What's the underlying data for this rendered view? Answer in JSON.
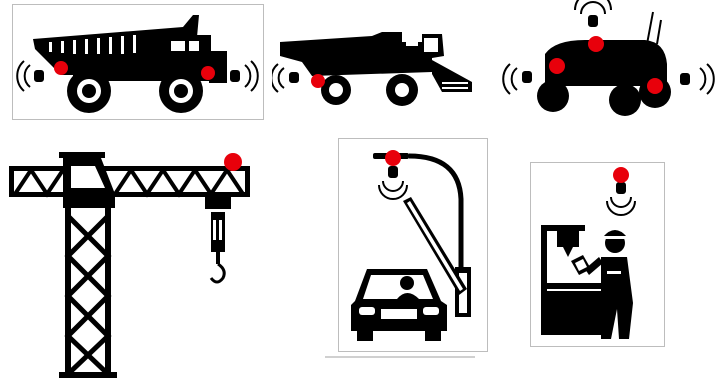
{
  "colors": {
    "silhouette": "#000000",
    "sensor_dot": "#e8000b",
    "panel_border": "#bdbdbd",
    "background": "#ffffff"
  },
  "panels": [
    {
      "name": "mining-dump-truck",
      "icons": [
        "dump-truck-icon",
        "sensor-dot",
        "wireless-signal-icon"
      ]
    },
    {
      "name": "combine-harvester",
      "icons": [
        "harvester-icon",
        "sensor-dot",
        "wireless-signal-icon"
      ]
    },
    {
      "name": "autonomous-robot-vehicle",
      "icons": [
        "robot-vehicle-icon",
        "sensor-dot",
        "antenna-icon",
        "wireless-signal-icon"
      ]
    },
    {
      "name": "tower-crane",
      "icons": [
        "tower-crane-icon",
        "crane-hook-icon",
        "sensor-dot"
      ]
    },
    {
      "name": "parking-barrier",
      "icons": [
        "street-lamp-icon",
        "car-icon",
        "barrier-arm-icon",
        "sensor-dot",
        "wireless-signal-icon"
      ]
    },
    {
      "name": "factory-worker",
      "icons": [
        "worker-icon",
        "machine-icon",
        "sensor-dot",
        "wireless-signal-icon"
      ]
    }
  ]
}
